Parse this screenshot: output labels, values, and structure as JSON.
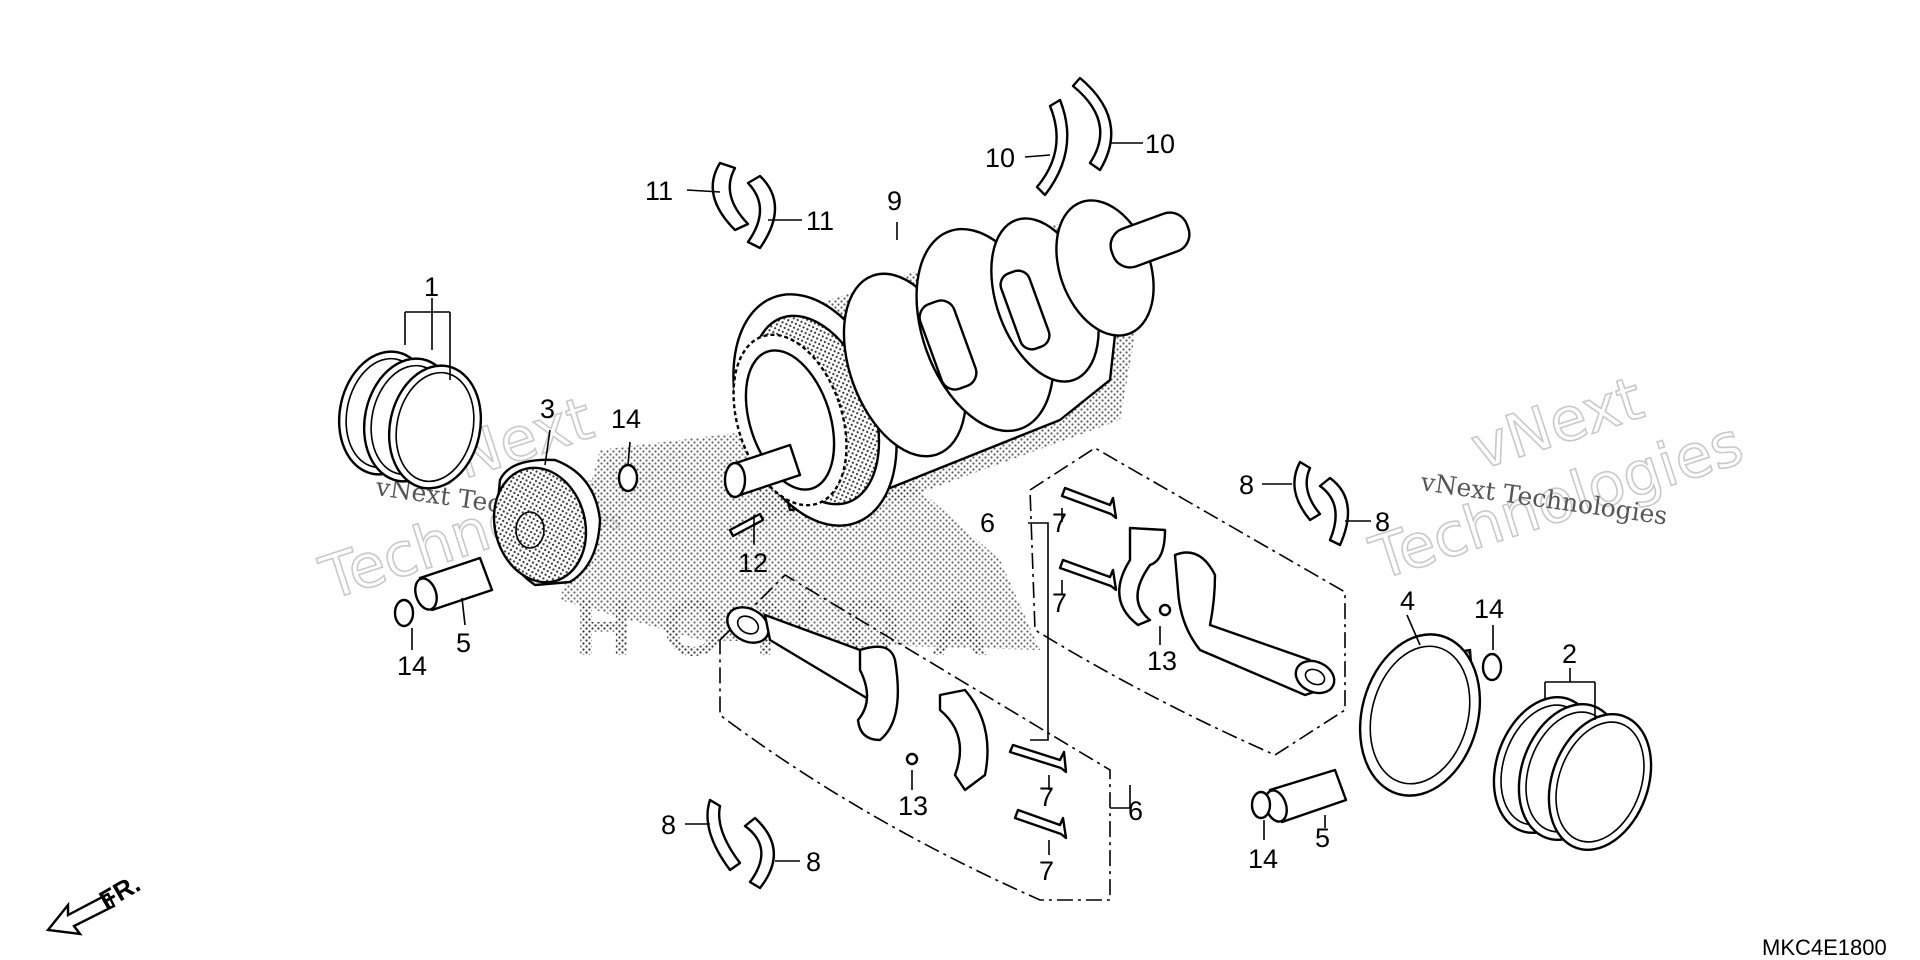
{
  "labels": {
    "l1": "1",
    "l2": "2",
    "l3": "3",
    "l4": "4",
    "l5a": "5",
    "l5b": "5",
    "l6a": "6",
    "l6b": "6",
    "l7a": "7",
    "l7b": "7",
    "l7c": "7",
    "l7d": "7",
    "l8a": "8",
    "l8b": "8",
    "l8c": "8",
    "l8d": "8",
    "l9": "9",
    "l10a": "10",
    "l10b": "10",
    "l11a": "11",
    "l11b": "11",
    "l12": "12",
    "l13a": "13",
    "l13b": "13",
    "l14a": "14",
    "l14b": "14",
    "l14c": "14",
    "l14d": "14"
  },
  "front_marker": "FR.",
  "diagram_code": "MKC4E1800",
  "watermarks": {
    "left_line1": "vNext",
    "left_line2": "Technologies",
    "left_small": "vNext Technologies",
    "right_line1": "vNext",
    "right_line2": "Technologies",
    "right_small": "vNext Technologies",
    "center": "HONDA"
  },
  "colors": {
    "ink": "#000000",
    "paper": "#ffffff",
    "watermark": "#c9c9c9"
  }
}
